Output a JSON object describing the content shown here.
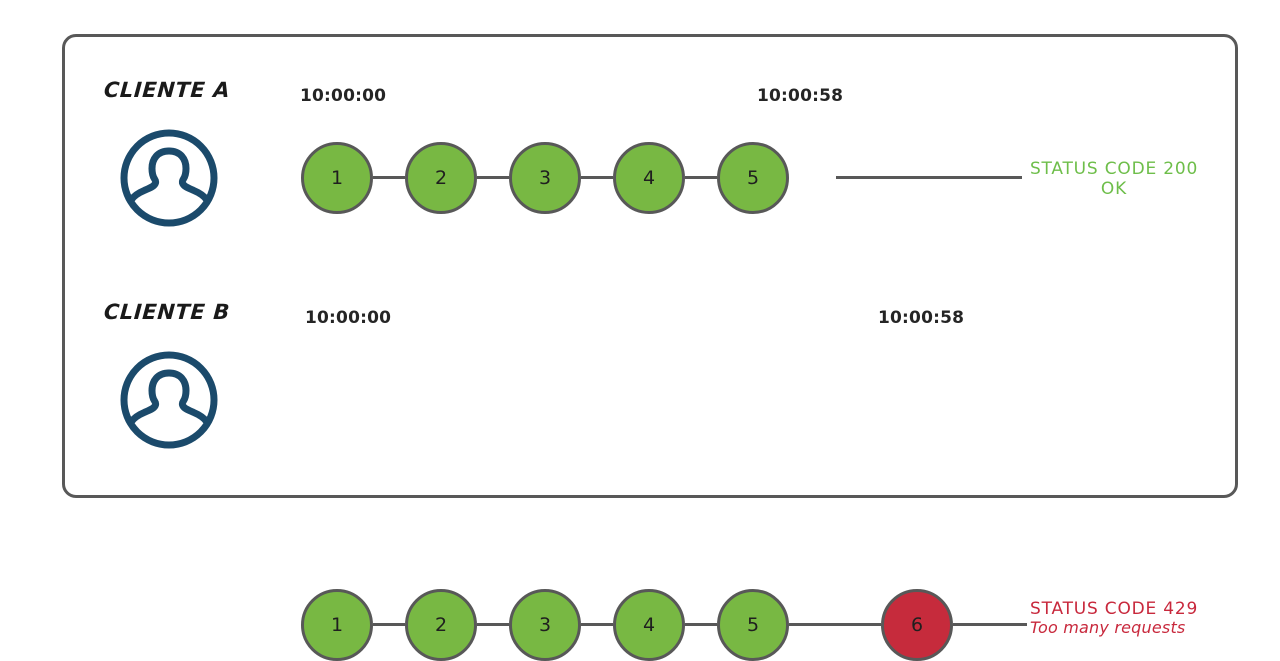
{
  "diagram": {
    "frame": {
      "border_color": "#585858"
    },
    "colors": {
      "node_ok": "#78B843",
      "node_fail": "#C62B3C",
      "node_stroke": "#585858",
      "avatar": "#1B4A6B",
      "status_ok_text": "#6EBE4A",
      "status_fail_text": "#C8283C",
      "timestamp_text": "#252525"
    },
    "rows": [
      {
        "id": "client-a",
        "label": "CLIENTE A",
        "avatar_icon": "user-avatar-icon",
        "start_time": "10:00:00",
        "end_time": "10:00:58",
        "nodes": [
          {
            "number": "1",
            "state": "ok"
          },
          {
            "number": "2",
            "state": "ok"
          },
          {
            "number": "3",
            "state": "ok"
          },
          {
            "number": "4",
            "state": "ok"
          },
          {
            "number": "5",
            "state": "ok"
          }
        ],
        "status": {
          "line1": "STATUS CODE 200",
          "line2": "OK",
          "state": "ok"
        }
      },
      {
        "id": "client-b",
        "label": "CLIENTE B",
        "avatar_icon": "user-avatar-icon",
        "start_time": "10:00:00",
        "end_time": "10:00:58",
        "nodes": [
          {
            "number": "1",
            "state": "ok"
          },
          {
            "number": "2",
            "state": "ok"
          },
          {
            "number": "3",
            "state": "ok"
          },
          {
            "number": "4",
            "state": "ok"
          },
          {
            "number": "5",
            "state": "ok"
          },
          {
            "number": "6",
            "state": "fail"
          }
        ],
        "status": {
          "line1": "STATUS CODE 429",
          "line2": "Too many requests",
          "state": "fail"
        }
      }
    ]
  }
}
